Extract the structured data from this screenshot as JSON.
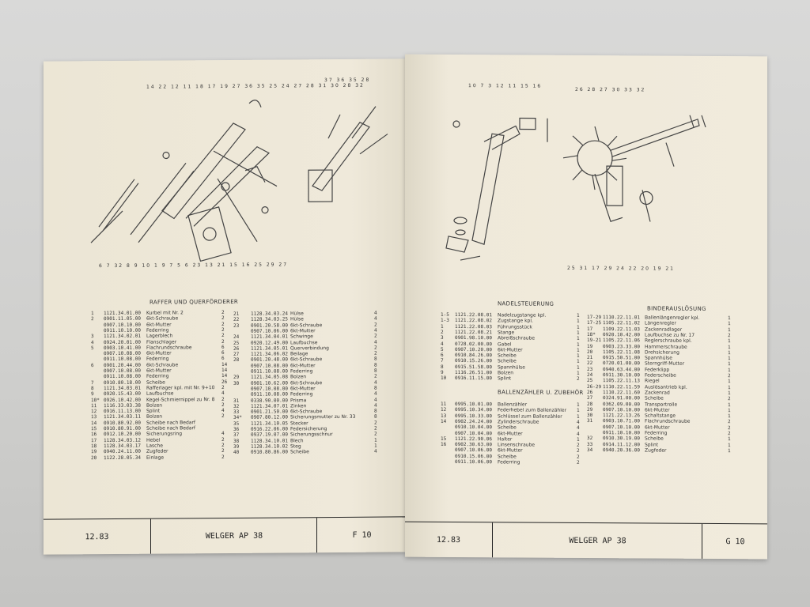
{
  "left_page": {
    "diagram_callouts_top": "14 22 12 11 18 17 19 27 36 35 25 24 27 28 31 30 28 32",
    "diagram_callouts_top_right": "37 36 35 28",
    "diagram_callouts_bottom": "6 7 32 8 9 10 1 9 7 5 6 23 13 21 15 16 25 29 27",
    "section_title": "RAFFER UND QUERFÖRDERER",
    "col1": [
      [
        "1",
        "1121.34.01.00",
        "Kurbel mit Nr. 2",
        "2"
      ],
      [
        "2",
        "0901.11.05.00",
        "6kt-Schraube",
        "2"
      ],
      [
        "",
        "0907.10.10.00",
        "6kt-Mutter",
        "2"
      ],
      [
        "",
        "0911.10.10.00",
        "Federring",
        "2"
      ],
      [
        "3",
        "1121.34.02.01",
        "Lagerblech",
        "2"
      ],
      [
        "4",
        "0924.20.01.00",
        "Flanschlager",
        "2"
      ],
      [
        "5",
        "0903.10.41.00",
        "Flachrundschraube",
        "6"
      ],
      [
        "",
        "0907.10.08.00",
        "6kt-Mutter",
        "6"
      ],
      [
        "",
        "0911.10.08.00",
        "Federring",
        "6"
      ],
      [
        "6",
        "0901.20.44.00",
        "6kt-Schraube",
        "14"
      ],
      [
        "",
        "0907.10.08.00",
        "6kt-Mutter",
        "14"
      ],
      [
        "",
        "0911.10.08.00",
        "Federring",
        "14"
      ],
      [
        "7",
        "0910.80.18.00",
        "Scheibe",
        "26"
      ],
      [
        "8",
        "1121.34.03.01",
        "Rafferlager kpl. mit Nr. 9+10",
        "2"
      ],
      [
        "9",
        "0920.15.43.00",
        "Laufbuchse",
        "4"
      ],
      [
        "10*",
        "0926.10.42.00",
        "Kegel-Schmiernippel zu Nr. 8",
        "2"
      ],
      [
        "11",
        "1116.33.03.38",
        "Bolzen",
        "2"
      ],
      [
        "12",
        "0916.11.13.00",
        "Splint",
        "4"
      ],
      [
        "13",
        "1121.34.03.11",
        "Bolzen",
        "2"
      ],
      [
        "14",
        "0910.80.92.00",
        "Scheibe nach Bedarf",
        ""
      ],
      [
        "15",
        "0910.80.91.00",
        "Scheibe nach Bedarf",
        ""
      ],
      [
        "16",
        "0912.10.20.00",
        "Sicherungsring",
        "4"
      ],
      [
        "17",
        "1128.34.03.12",
        "Hebel",
        "2"
      ],
      [
        "18",
        "1128.34.03.17",
        "Lasche",
        "2"
      ],
      [
        "19",
        "0940.24.11.00",
        "Zugfeder",
        "2"
      ],
      [
        "20",
        "1122.28.05.34",
        "Einlage",
        "2"
      ]
    ],
    "col2": [
      [
        "21",
        "1128.34.03.24",
        "Hülse",
        "4"
      ],
      [
        "22",
        "1128.34.03.25",
        "Hülse",
        "4"
      ],
      [
        "23",
        "0901.20.58.00",
        "6kt-Schraube",
        "2"
      ],
      [
        "",
        "0907.10.06.00",
        "6kt-Mutter",
        "4"
      ],
      [
        "24",
        "1121.34.04.01",
        "Schwinge",
        "2"
      ],
      [
        "25",
        "0920.12.49.00",
        "Laufbuchse",
        "4"
      ],
      [
        "26",
        "1121.34.05.01",
        "Querverbindung",
        "2"
      ],
      [
        "27",
        "1121.34.06.02",
        "Beilage",
        "2"
      ],
      [
        "28",
        "0901.20.48.00",
        "6kt-Schraube",
        "8"
      ],
      [
        "",
        "0907.10.08.00",
        "6kt-Mutter",
        "8"
      ],
      [
        "",
        "0911.10.08.00",
        "Federring",
        "8"
      ],
      [
        "29",
        "1121.34.05.08",
        "Bolzen",
        "2"
      ],
      [
        "30",
        "0901.10.62.00",
        "6kt-Schraube",
        "4"
      ],
      [
        "",
        "0907.10.08.00",
        "6kt-Mutter",
        "8"
      ],
      [
        "",
        "0911.10.08.00",
        "Federring",
        "4"
      ],
      [
        "31",
        "0338.90.00.00",
        "Prisma",
        "4"
      ],
      [
        "32",
        "1121.34.07.01",
        "Zinken",
        "4"
      ],
      [
        "33",
        "0901.21.50.00",
        "6kt-Schraube",
        "8"
      ],
      [
        "34*",
        "0907.80.12.00",
        "Sicherungsmutter zu Nr. 33",
        "8"
      ],
      [
        "35",
        "1121.34.10.05",
        "Stecker",
        "2"
      ],
      [
        "36",
        "0916.22.06.00",
        "Federsicherung",
        "2"
      ],
      [
        "37",
        "0937.19.07.00",
        "Sicherungsschnur",
        "2"
      ],
      [
        "38",
        "1128.34.10.01",
        "Blech",
        "1"
      ],
      [
        "39",
        "1128.34.10.02",
        "Steg",
        "1"
      ],
      [
        "40",
        "0910.80.86.00",
        "Scheibe",
        "4"
      ]
    ],
    "footer": {
      "date": "12.83",
      "model": "WELGER AP 38",
      "page": "F 10"
    }
  },
  "right_page": {
    "diagram_callouts_left": "10 7 3 12 11 15 16",
    "diagram_callouts_right": "26 28 27 30 33 32",
    "diagram_callouts_bottom": "25 31 17 29 24 22 20 19 21",
    "section1_title": "NADELSTEUERUNG",
    "section1": [
      [
        "1-5",
        "1121.22.08.01",
        "Nadelzugstange kpl.",
        "1"
      ],
      [
        "1-3",
        "1121.22.08.02",
        "Zugstange kpl.",
        "1"
      ],
      [
        "1",
        "1121.22.08.03",
        "Führungsstück",
        "1"
      ],
      [
        "2",
        "1121.22.08.21",
        "Stange",
        "1"
      ],
      [
        "3",
        "0901.98.10.00",
        "Abreißschraube",
        "1"
      ],
      [
        "4",
        "0728.02.00.00",
        "Gabel",
        "1"
      ],
      [
        "5",
        "0907.10.20.00",
        "6kt-Mutter",
        "1"
      ],
      [
        "6",
        "0910.84.26.00",
        "Scheibe",
        "1"
      ],
      [
        "7",
        "0910.15.26.00",
        "Scheibe",
        "1"
      ],
      [
        "8",
        "0915.51.58.00",
        "Spannhülse",
        "1"
      ],
      [
        "9",
        "1116.26.51.00",
        "Bolzen",
        "1"
      ],
      [
        "10",
        "0916.11.15.00",
        "Splint",
        "2"
      ]
    ],
    "section2_title": "BALLENZÄHLER U. ZUBEHÖR",
    "section2": [
      [
        "11",
        "0995.10.01.00",
        "Ballenzähler",
        "1"
      ],
      [
        "12",
        "0995.10.34.00",
        "Federhebel zum Ballenzähler",
        "1"
      ],
      [
        "13",
        "0995.10.33.00",
        "Schlüssel zum Ballenzähler",
        "1"
      ],
      [
        "14",
        "0902.24.24.00",
        "Zylinderschraube",
        "4"
      ],
      [
        "",
        "0910.10.04.00",
        "Scheibe",
        "4"
      ],
      [
        "",
        "0907.10.04.00",
        "6kt-Mutter",
        "4"
      ],
      [
        "15",
        "1121.22.90.06",
        "Halter",
        "1"
      ],
      [
        "16",
        "0902.30.63.00",
        "Linsenschraube",
        "2"
      ],
      [
        "",
        "0907.10.06.00",
        "6kt-Mutter",
        "2"
      ],
      [
        "",
        "0910.15.06.00",
        "Scheibe",
        "2"
      ],
      [
        "",
        "0911.10.06.00",
        "Federring",
        "2"
      ]
    ],
    "section3_title": "BINDERAUSLÖSUNG",
    "section3": [
      [
        "17-29",
        "1110.22.11.01",
        "Ballenlängenregler kpl.",
        "1"
      ],
      [
        "17-25",
        "1105.22.11.02",
        "Längenregler",
        "1"
      ],
      [
        "17",
        "1109.22.11.03",
        "Zackenradlager",
        "1"
      ],
      [
        "18*",
        "0920.10.42.00",
        "Laufbuchse   zu Nr. 17",
        "2"
      ],
      [
        "19-21",
        "1105.22.11.06",
        "Reglerschraube kpl.",
        "1"
      ],
      [
        "19",
        "0903.23.33.00",
        "Hammerschraube",
        "1"
      ],
      [
        "20",
        "1105.22.11.08",
        "Drehsicherung",
        "1"
      ],
      [
        "21",
        "0915.50.51.00",
        "Spannhülse",
        "1"
      ],
      [
        "22",
        "0720.01.00.00",
        "Sterngriff-Mutter",
        "1"
      ],
      [
        "23",
        "0940.63.44.00",
        "Federklipp",
        "1"
      ],
      [
        "24",
        "0911.30.10.00",
        "Federscheibe",
        "2"
      ],
      [
        "25",
        "1105.22.11.13",
        "Riegel",
        "1"
      ],
      [
        "26-29",
        "1110.22.11.59",
        "Auslösantrieb kpl.",
        "1"
      ],
      [
        "26",
        "1110.22.11.60",
        "Zackenrad",
        "1"
      ],
      [
        "27",
        "0324.91.00.00",
        "Scheibe",
        "2"
      ],
      [
        "28",
        "0362.09.00.00",
        "Transportrolle",
        "1"
      ],
      [
        "29",
        "0907.10.10.00",
        "6kt-Mutter",
        "1"
      ],
      [
        "30",
        "1121.22.13.26",
        "Schaltstange",
        "1"
      ],
      [
        "31",
        "0903.10.71.00",
        "Flachrundschraube",
        "2"
      ],
      [
        "",
        "0907.10.10.00",
        "6kt-Mutter",
        "2"
      ],
      [
        "",
        "0911.10.10.00",
        "Federring",
        "2"
      ],
      [
        "32",
        "0910.30.19.00",
        "Scheibe",
        "1"
      ],
      [
        "33",
        "0914.11.12.00",
        "Splint",
        "1"
      ],
      [
        "34",
        "0940.20.36.00",
        "Zugfeder",
        "1"
      ]
    ],
    "footer": {
      "date": "12.83",
      "model": "WELGER AP 38",
      "page": "G 10"
    }
  },
  "colors": {
    "paper": "#efe9d9",
    "ink": "#333333",
    "background": "#d2d2d0"
  }
}
